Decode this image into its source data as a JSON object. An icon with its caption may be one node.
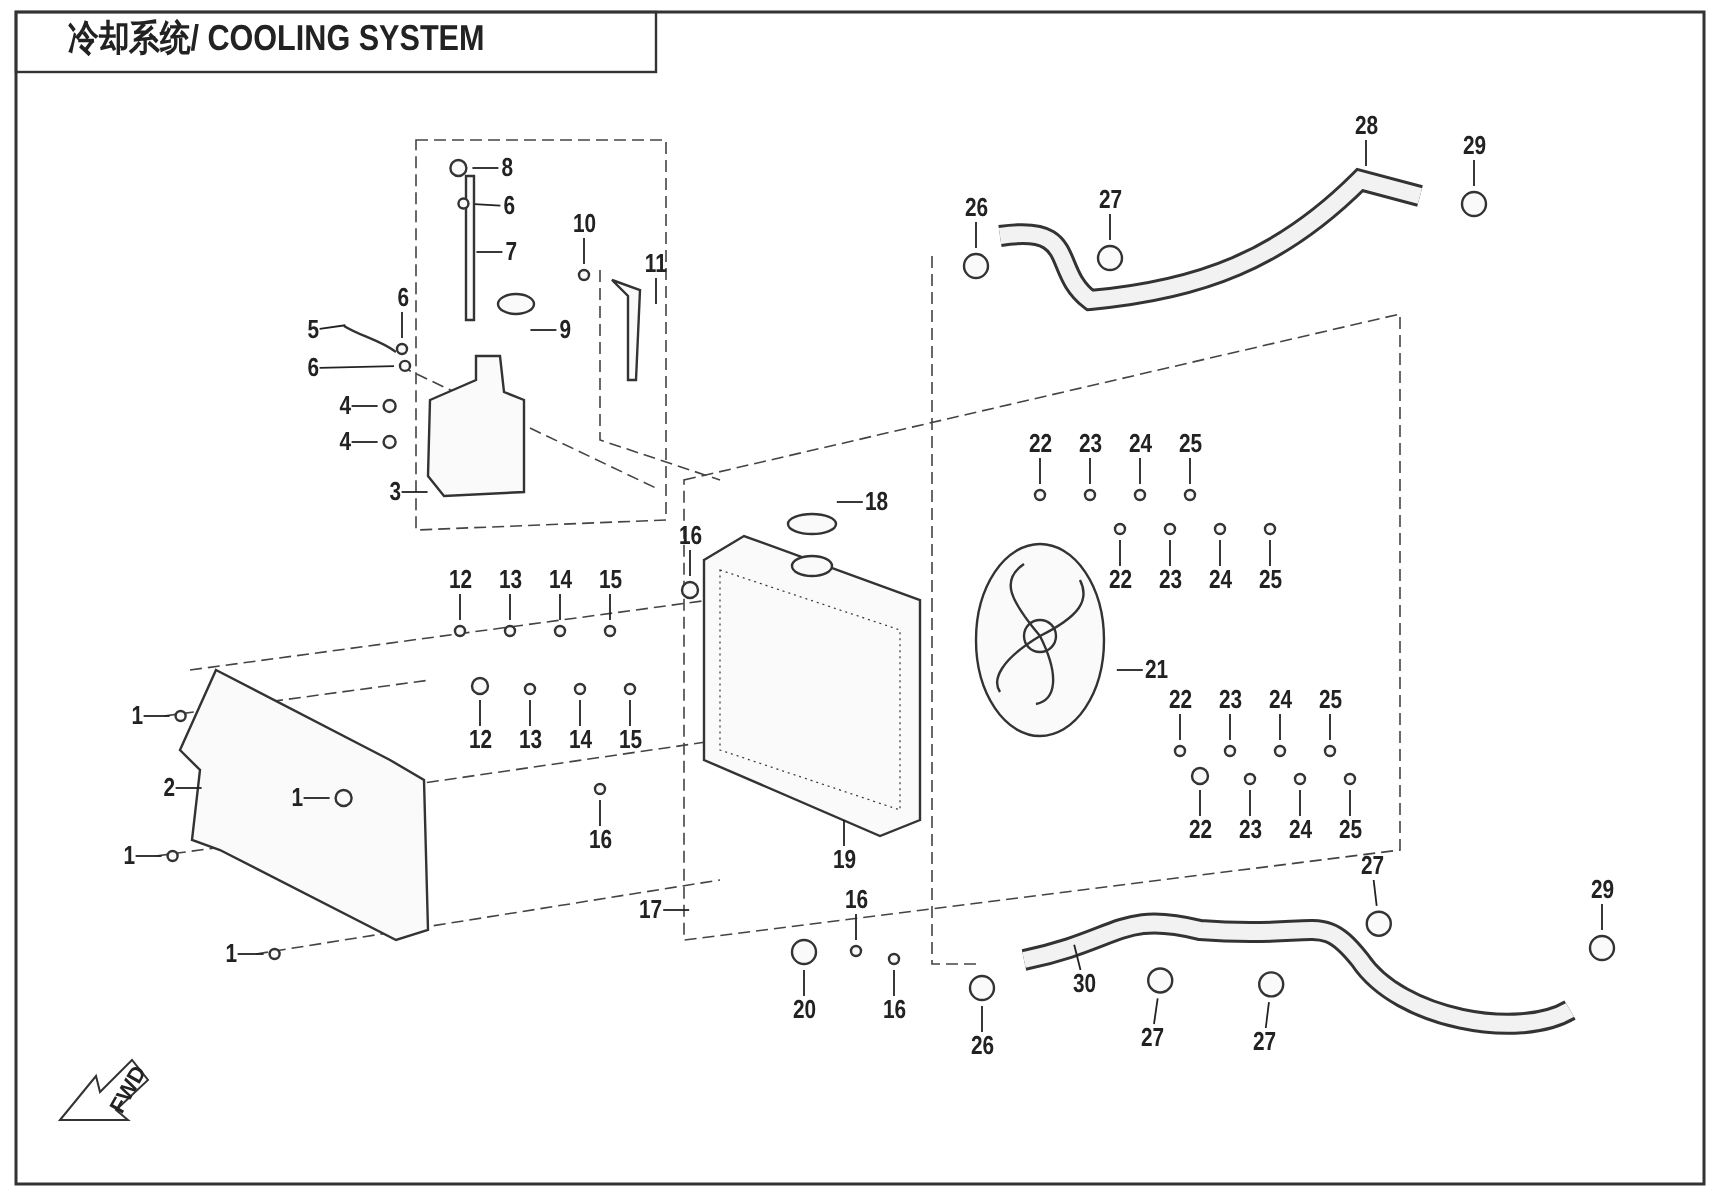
{
  "diagram": {
    "title": "冷却系统/ COOLING SYSTEM",
    "nodes": [
      {
        "text": [
          "8"
        ]
      },
      {
        "text": [
          "6"
        ]
      },
      {
        "text": [
          "7"
        ]
      },
      {
        "text": [
          "10"
        ]
      },
      {
        "text": [
          "11"
        ]
      },
      {
        "text": [
          "28"
        ]
      },
      {
        "text": [
          "29"
        ]
      },
      {
        "text": [
          "6"
        ]
      },
      {
        "text": [
          "9"
        ]
      },
      {
        "text": [
          "26"
        ]
      },
      {
        "text": [
          "27"
        ]
      },
      {
        "text": [
          "5"
        ]
      },
      {
        "text": [
          "6"
        ]
      },
      {
        "text": [
          "4"
        ]
      },
      {
        "text": [
          "4"
        ]
      },
      {
        "text": [
          "3"
        ]
      },
      {
        "text": [
          "22"
        ]
      },
      {
        "text": [
          "23"
        ]
      },
      {
        "text": [
          "24"
        ]
      },
      {
        "text": [
          "25"
        ]
      },
      {
        "text": [
          "18"
        ]
      },
      {
        "text": [
          "22"
        ]
      },
      {
        "text": [
          "23"
        ]
      },
      {
        "text": [
          "24"
        ]
      },
      {
        "text": [
          "25"
        ]
      },
      {
        "text": [
          "16"
        ]
      },
      {
        "text": [
          "12"
        ]
      },
      {
        "text": [
          "13"
        ]
      },
      {
        "text": [
          "14"
        ]
      },
      {
        "text": [
          "15"
        ]
      },
      {
        "text": [
          "21"
        ]
      },
      {
        "text": [
          "22"
        ]
      },
      {
        "text": [
          "23"
        ]
      },
      {
        "text": [
          "24"
        ]
      },
      {
        "text": [
          "25"
        ]
      },
      {
        "text": [
          "12"
        ]
      },
      {
        "text": [
          "13"
        ]
      },
      {
        "text": [
          "14"
        ]
      },
      {
        "text": [
          "15"
        ]
      },
      {
        "text": [
          "1"
        ]
      },
      {
        "text": [
          "22"
        ]
      },
      {
        "text": [
          "23"
        ]
      },
      {
        "text": [
          "24"
        ]
      },
      {
        "text": [
          "25"
        ]
      },
      {
        "text": [
          "2"
        ]
      },
      {
        "text": [
          "1"
        ]
      },
      {
        "text": [
          "16"
        ]
      },
      {
        "text": [
          "1"
        ]
      },
      {
        "text": [
          "17"
        ]
      },
      {
        "text": [
          "19"
        ]
      },
      {
        "text": [
          "27"
        ]
      },
      {
        "text": [
          "1"
        ]
      },
      {
        "text": [
          "29"
        ]
      },
      {
        "text": [
          "20"
        ]
      },
      {
        "text": [
          "16"
        ]
      },
      {
        "text": [
          "30"
        ]
      },
      {
        "text": [
          "16"
        ]
      },
      {
        "text": [
          "26"
        ]
      },
      {
        "text": [
          "27"
        ]
      },
      {
        "text": [
          "27"
        ]
      }
    ],
    "edges": [
      {
        "from": 0,
        "to": null,
        "arrow": "none"
      },
      {
        "from": 1,
        "to": null,
        "arrow": "none"
      },
      {
        "from": 2,
        "to": null,
        "arrow": "none"
      },
      {
        "from": 3,
        "to": null,
        "arrow": "none"
      },
      {
        "from": 4,
        "to": null,
        "arrow": "none"
      },
      {
        "from": 5,
        "to": null,
        "arrow": "none"
      },
      {
        "from": 6,
        "to": null,
        "arrow": "none"
      },
      {
        "from": 7,
        "to": null,
        "arrow": "none"
      },
      {
        "from": 8,
        "to": null,
        "arrow": "none"
      },
      {
        "from": 9,
        "to": null,
        "arrow": "none"
      },
      {
        "from": 10,
        "to": null,
        "arrow": "none"
      },
      {
        "from": 11,
        "to": null,
        "arrow": "none"
      },
      {
        "from": 12,
        "to": null,
        "arrow": "none"
      },
      {
        "from": 13,
        "to": null,
        "arrow": "none"
      },
      {
        "from": 14,
        "to": null,
        "arrow": "none"
      },
      {
        "from": 15,
        "to": null,
        "arrow": "none"
      },
      {
        "from": 16,
        "to": null,
        "arrow": "none"
      },
      {
        "from": 17,
        "to": null,
        "arrow": "none"
      },
      {
        "from": 18,
        "to": null,
        "arrow": "none"
      },
      {
        "from": 19,
        "to": null,
        "arrow": "none"
      },
      {
        "from": 20,
        "to": null,
        "arrow": "none"
      },
      {
        "from": 21,
        "to": null,
        "arrow": "none"
      },
      {
        "from": 22,
        "to": null,
        "arrow": "none"
      },
      {
        "from": 23,
        "to": null,
        "arrow": "none"
      },
      {
        "from": 24,
        "to": null,
        "arrow": "none"
      },
      {
        "from": 25,
        "to": null,
        "arrow": "none"
      },
      {
        "from": 26,
        "to": null,
        "arrow": "none"
      },
      {
        "from": 27,
        "to": null,
        "arrow": "none"
      },
      {
        "from": 28,
        "to": null,
        "arrow": "none"
      },
      {
        "from": 29,
        "to": null,
        "arrow": "none"
      },
      {
        "from": 30,
        "to": null,
        "arrow": "none"
      },
      {
        "from": 31,
        "to": null,
        "arrow": "none"
      },
      {
        "from": 32,
        "to": null,
        "arrow": "none"
      },
      {
        "from": 33,
        "to": null,
        "arrow": "none"
      },
      {
        "from": 34,
        "to": null,
        "arrow": "none"
      },
      {
        "from": 35,
        "to": null,
        "arrow": "none"
      },
      {
        "from": 36,
        "to": null,
        "arrow": "none"
      },
      {
        "from": 37,
        "to": null,
        "arrow": "none"
      },
      {
        "from": 38,
        "to": null,
        "arrow": "none"
      },
      {
        "from": 39,
        "to": null,
        "arrow": "none"
      },
      {
        "from": 40,
        "to": null,
        "arrow": "none"
      },
      {
        "from": 41,
        "to": null,
        "arrow": "none"
      },
      {
        "from": 42,
        "to": null,
        "arrow": "none"
      },
      {
        "from": 43,
        "to": null,
        "arrow": "none"
      },
      {
        "from": 44,
        "to": null,
        "arrow": "none"
      },
      {
        "from": 45,
        "to": null,
        "arrow": "none"
      },
      {
        "from": 46,
        "to": null,
        "arrow": "none"
      },
      {
        "from": 47,
        "to": null,
        "arrow": "none"
      },
      {
        "from": 48,
        "to": null,
        "arrow": "none"
      },
      {
        "from": 49,
        "to": null,
        "arrow": "none"
      },
      {
        "from": 50,
        "to": null,
        "arrow": "none"
      },
      {
        "from": 51,
        "to": null,
        "arrow": "none"
      },
      {
        "from": 52,
        "to": null,
        "arrow": "none"
      },
      {
        "from": 53,
        "to": null,
        "arrow": "none"
      },
      {
        "from": 54,
        "to": null,
        "arrow": "none"
      },
      {
        "from": 55,
        "to": null,
        "arrow": "none"
      },
      {
        "from": 56,
        "to": null,
        "arrow": "none"
      },
      {
        "from": 57,
        "to": null,
        "arrow": "none"
      },
      {
        "from": 58,
        "to": null,
        "arrow": "none"
      },
      {
        "from": 59,
        "to": null,
        "arrow": "none"
      }
    ],
    "labels": [
      "FWD"
    ]
  }
}
